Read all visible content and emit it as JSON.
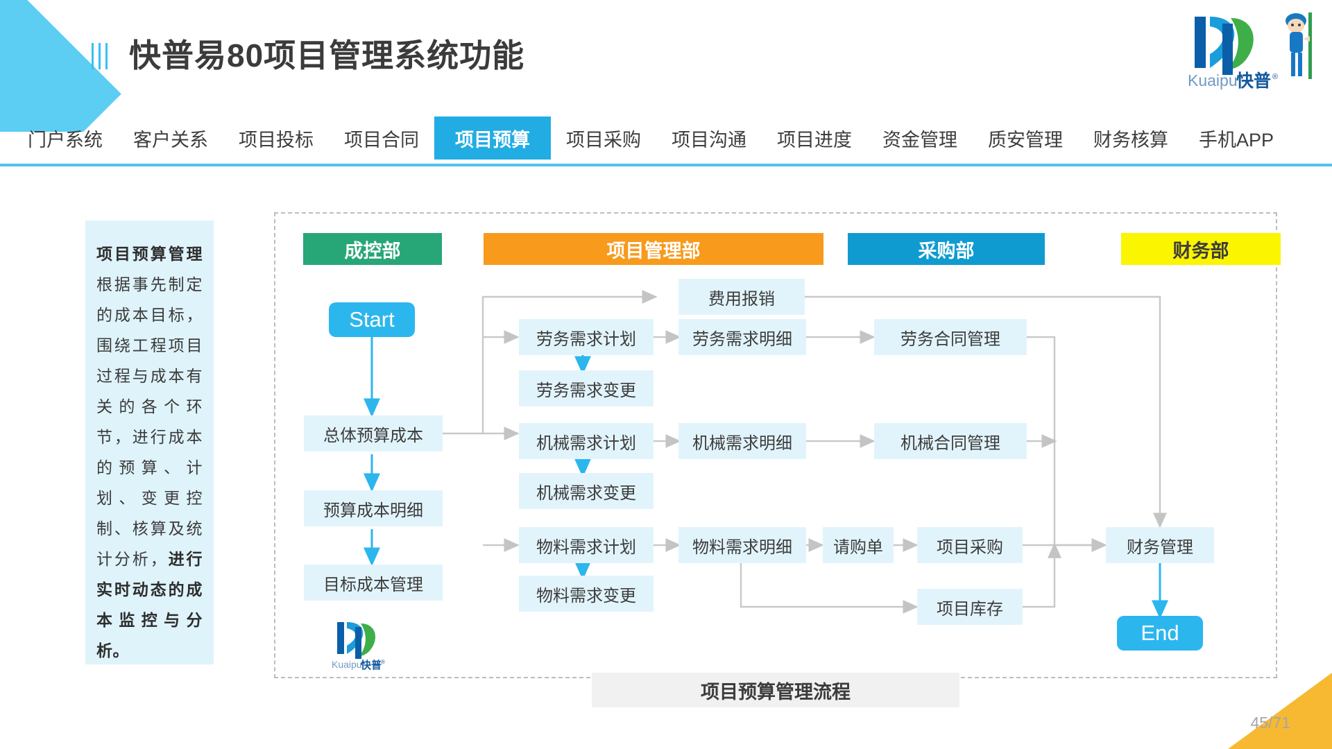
{
  "header": {
    "title": "快普易80项目管理系统功能",
    "logo_name": "kuaipu-logo",
    "logo_text_en": "Kuaipu",
    "logo_text_cn": "快普",
    "accent": "#38c0ee"
  },
  "nav": {
    "items": [
      {
        "label": "门户系统",
        "active": false
      },
      {
        "label": "客户关系",
        "active": false
      },
      {
        "label": "项目投标",
        "active": false
      },
      {
        "label": "项目合同",
        "active": false
      },
      {
        "label": "项目预算",
        "active": true
      },
      {
        "label": "项目采购",
        "active": false
      },
      {
        "label": "项目沟通",
        "active": false
      },
      {
        "label": "项目进度",
        "active": false
      },
      {
        "label": "资金管理",
        "active": false
      },
      {
        "label": "质安管理",
        "active": false
      },
      {
        "label": "财务核算",
        "active": false
      },
      {
        "label": "手机APP",
        "active": false
      }
    ],
    "active_bg": "#22ace4",
    "rule_color": "#4ec4ef"
  },
  "sidebar": {
    "bg": "#dff3fa",
    "lead": "项目预算管理",
    "body": "根据事先制定的成本目标，围绕工程项目过程与成本有关的各个环节，进行成本的预算、计划、变更控制、核算及统计分析，",
    "tail": "进行实时动态的成本监控与分析。"
  },
  "flow": {
    "caption": "项目预算管理流程",
    "departments": [
      {
        "name": "成控部",
        "color": "#27a678",
        "style": "green"
      },
      {
        "name": "项目管理部",
        "color": "#f89a1c",
        "style": "orange"
      },
      {
        "name": "采购部",
        "color": "#0f9bd0",
        "style": "blue"
      },
      {
        "name": "财务部",
        "color": "#fcf500",
        "style": "yellow"
      }
    ],
    "terminals": [
      {
        "label": "Start",
        "color": "#2cb6ee"
      },
      {
        "label": "End",
        "color": "#2cb6ee"
      }
    ],
    "nodes": {
      "chengkong": [
        "总体预算成本",
        "预算成本明细",
        "目标成本管理"
      ],
      "xiangmu": [
        "费用报销",
        "劳务需求计划",
        "劳务需求明细",
        "劳务需求变更",
        "机械需求计划",
        "机械需求明细",
        "机械需求变更",
        "物料需求计划",
        "物料需求明细",
        "物料需求变更",
        "请购单"
      ],
      "caigou": [
        "劳务合同管理",
        "机械合同管理",
        "项目采购",
        "项目库存"
      ],
      "caiwu": [
        "财务管理"
      ]
    },
    "node_bg": "#e2f4fb",
    "arrow_blue": "#2cb6ee",
    "arrow_grey": "#c4c4c4"
  },
  "footer": {
    "page_number": "45/71"
  }
}
